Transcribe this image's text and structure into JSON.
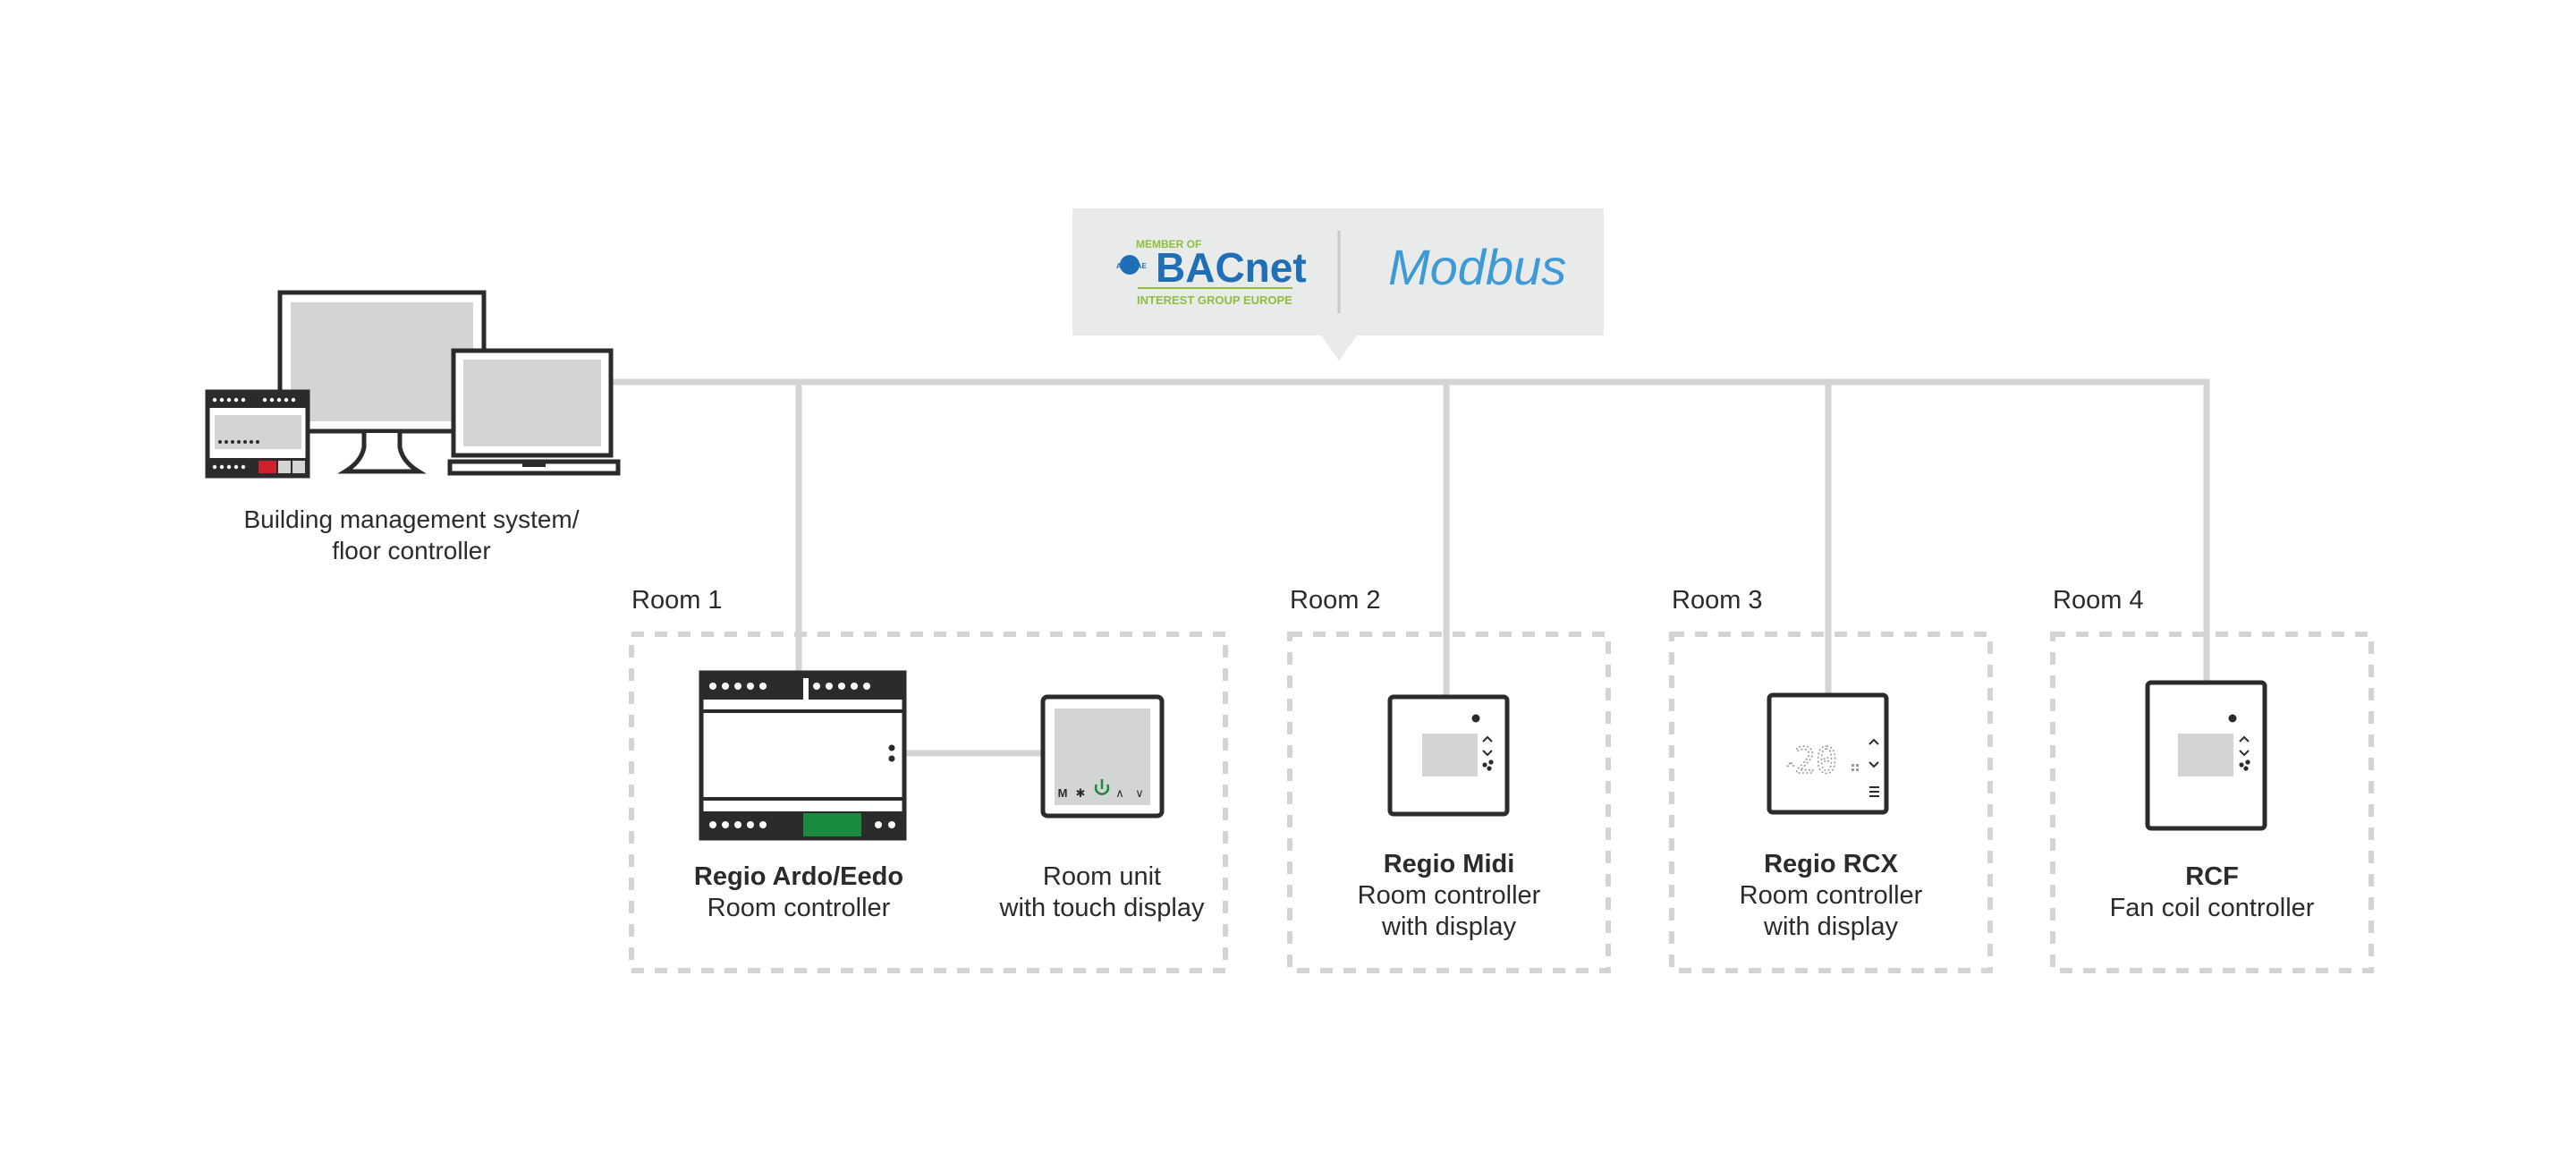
{
  "protocols": {
    "bacnet": {
      "member_text": "MEMBER OF",
      "ashrae_text": "ASHRAE",
      "logo_text": "BACnet",
      "group_text": "INTEREST GROUP EUROPE"
    },
    "modbus": "Modbus"
  },
  "bms": {
    "label_line1": "Building management system/",
    "label_line2": "floor controller"
  },
  "rooms": [
    {
      "label": "Room 1",
      "devices": [
        {
          "name": "Regio Ardo/Eedo",
          "desc1": "Room controller",
          "desc2": ""
        },
        {
          "name": "",
          "desc1": "Room unit",
          "desc2": "with touch display"
        }
      ]
    },
    {
      "label": "Room 2",
      "devices": [
        {
          "name": "Regio Midi",
          "desc1": "Room controller",
          "desc2": "with display"
        }
      ]
    },
    {
      "label": "Room 3",
      "devices": [
        {
          "name": "Regio RCX",
          "desc1": "Room controller",
          "desc2": "with display",
          "display_value": "20"
        }
      ]
    },
    {
      "label": "Room 4",
      "devices": [
        {
          "name": "RCF",
          "desc1": "Fan coil controller",
          "desc2": ""
        }
      ]
    }
  ],
  "room_unit_keys": [
    "M",
    "✱",
    "⏻",
    "∧",
    "∨"
  ],
  "colors": {
    "bus_line": "#d3d4d4",
    "device_outline": "#2b2b2b",
    "screen_fill": "#d3d5d5",
    "callout_bg": "#e9eaea",
    "accent_green": "#1a8a3e",
    "accent_red": "#d0202e",
    "modbus_blue": "#3e9ad6",
    "bacnet_blue": "#1f6fb7",
    "bacnet_green": "#8dbf3c"
  }
}
